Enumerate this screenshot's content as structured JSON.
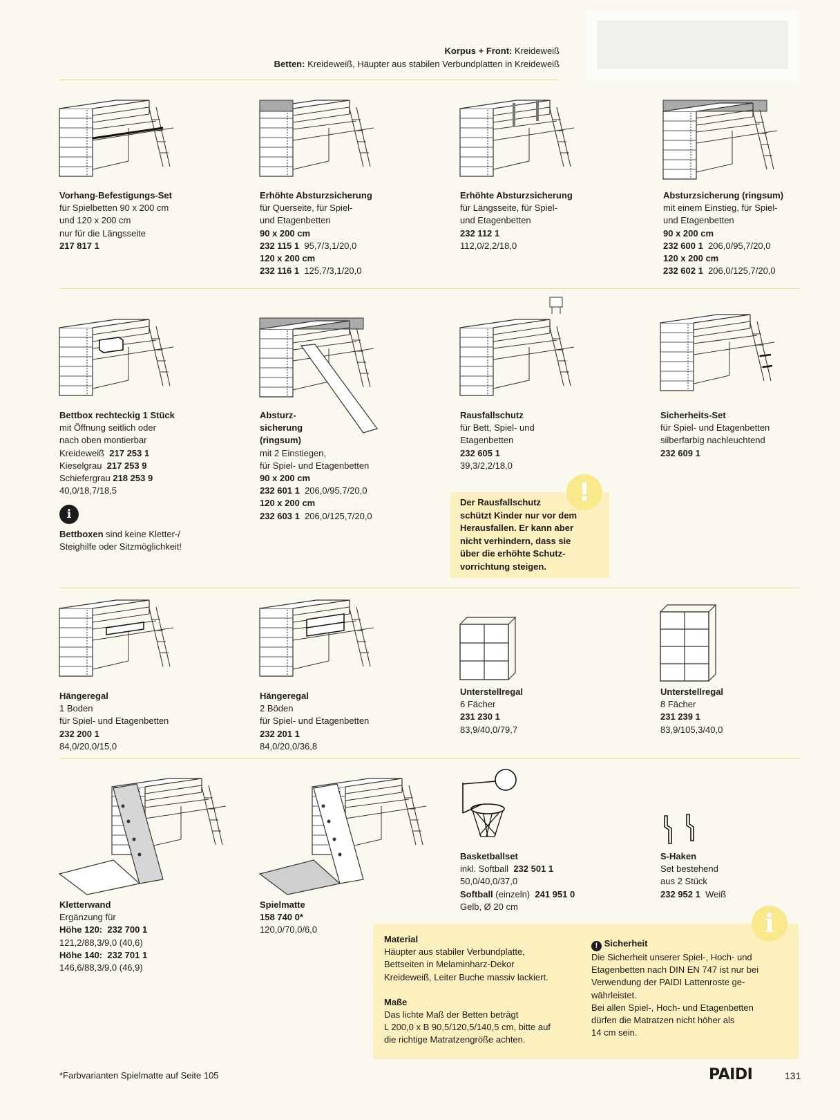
{
  "header": {
    "line1_label": "Korpus + Front:",
    "line1_value": " Kreideweiß",
    "line2_label": "Betten:",
    "line2_value": " Kreideweiß, Häupter aus stabilen Verbundplatten in Kreideweiß"
  },
  "row1": [
    {
      "title": "Vorhang-Befestigungs-Set",
      "l1": "für Spielbetten 90 x 200 cm",
      "l2": "und 120 x 200 cm",
      "l3": "nur für die Längsseite",
      "code": "217 817 1"
    },
    {
      "title": "Erhöhte Absturzsicherung",
      "l1": "für Querseite, für Spiel-",
      "l2": "und Etagenbetten",
      "size1": "90 x 200 cm",
      "code1": "232 115 1",
      "dim1": "95,7/3,1/20,0",
      "size2": "120 x 200 cm",
      "code2": "232 116 1",
      "dim2": "125,7/3,1/20,0"
    },
    {
      "title": "Erhöhte Absturzsicherung",
      "l1": "für Längsseite, für Spiel-",
      "l2": "und Etagenbetten",
      "code": "232 112 1",
      "dim": "112,0/2,2/18,0"
    },
    {
      "title": "Absturzsicherung (ringsum)",
      "l1": "mit einem Einstieg, für Spiel-",
      "l2": "und Etagenbetten",
      "size1": "90 x 200 cm",
      "code1": "232 600 1",
      "dim1": "206,0/95,7/20,0",
      "size2": "120 x 200 cm",
      "code2": "232 602 1",
      "dim2": "206,0/125,7/20,0"
    }
  ],
  "row2": [
    {
      "title": "Bettbox rechteckig 1 Stück",
      "l1": "mit Öffnung seitlich oder",
      "l2": "nach oben montierbar",
      "c1_label": "Kreideweiß",
      "c1_code": "217 253 1",
      "c2_label": "Kieselgrau",
      "c2_code": "217 253 9",
      "c3_label": "Schiefergrau",
      "c3_code": "218 253 9",
      "dim": "40,0/18,7/18,5",
      "note_bold": "Bettboxen",
      "note_rest": " sind keine Kletter-/",
      "note_l2": "Steighilfe oder Sitzmöglichkeit!"
    },
    {
      "title1": "Absturz-",
      "title2": "sicherung",
      "title3": "(ringsum)",
      "l1": "mit 2 Einstiegen,",
      "l2": "für Spiel- und Etagenbetten",
      "size1": "90 x 200 cm",
      "code1": "232 601 1",
      "dim1": "206,0/95,7/20,0",
      "size2": "120 x 200 cm",
      "code2": "232 603 1",
      "dim2": "206,0/125,7/20,0"
    },
    {
      "title": "Rausfallschutz",
      "l1": "für Bett, Spiel- und",
      "l2": "Etagenbetten",
      "code": "232 605 1",
      "dim": "39,3/2,2/18,0",
      "warn": [
        "Der Rausfallschutz",
        "schützt Kinder nur vor dem",
        "Herausfallen. Er kann aber",
        "nicht verhindern, dass sie",
        "über die erhöhte Schutz-",
        "vorrichtung steigen."
      ]
    },
    {
      "title": "Sicherheits-Set",
      "l1": "für Spiel- und Etagenbetten",
      "l2": "silberfarbig nachleuchtend",
      "code": "232 609 1"
    }
  ],
  "row3": [
    {
      "title": "Hängeregal",
      "l1": "1 Boden",
      "l2": "für Spiel- und Etagenbetten",
      "code": "232 200 1",
      "dim": "84,0/20,0/15,0"
    },
    {
      "title": "Hängeregal",
      "l1": "2 Böden",
      "l2": "für Spiel- und Etagenbetten",
      "code": "232 201 1",
      "dim": "84,0/20,0/36,8"
    },
    {
      "title": "Unterstellregal",
      "l1": "6 Fächer",
      "code": "231 230 1",
      "dim": "83,9/40,0/79,7"
    },
    {
      "title": "Unterstellregal",
      "l1": "8 Fächer",
      "code": "231 239 1",
      "dim": "83,9/105,3/40,0"
    }
  ],
  "row4": [
    {
      "title": "Kletterwand",
      "l1": "Ergänzung für",
      "h1_label": "Höhe 120:",
      "h1_code": "232 700 1",
      "h1_dim": "121,2/88,3/9,0 (40,6)",
      "h2_label": "Höhe 140:",
      "h2_code": "232 701 1",
      "h2_dim": "146,6/88,3/9,0 (46,9)"
    },
    {
      "title": "Spielmatte",
      "code": "158 740 0*",
      "dim": "120,0/70,0/6,0"
    },
    {
      "title": "Basketballset",
      "l1_label": "inkl. Softball",
      "l1_code": "232 501 1",
      "dim1": "50,0/40,0/37,0",
      "soft_label": "Softball",
      "soft_note": " (einzeln)",
      "soft_code": "241 951 0",
      "dim2": "Gelb, Ø 20 cm"
    },
    {
      "title": "S-Haken",
      "l1": "Set bestehend",
      "l2": "aus 2 Stück",
      "code": "232 952 1",
      "color": "Weiß"
    }
  ],
  "bottom": {
    "material_title": "Material",
    "material": [
      "Häupter aus stabiler Verbundplatte,",
      "Bettseiten in Melaminharz-Dekor",
      "Kreideweiß, Leiter Buche massiv lackiert."
    ],
    "masse_title": "Maße",
    "masse": [
      "Das lichte Maß der Betten beträgt",
      "L 200,0 x B 90,5/120,5/140,5 cm, bitte auf",
      "die richtige Matratzengröße achten."
    ],
    "safety_title": "Sicherheit",
    "safety": [
      "Die Sicherheit unserer Spiel-, Hoch- und",
      "Etagenbetten nach DIN EN 747 ist nur bei",
      "Verwendung der PAIDI Lattenroste ge-",
      "währleistet.",
      "Bei allen Spiel-, Hoch- und Etagenbetten",
      "dürfen die Matratzen nicht höher als",
      "14 cm sein."
    ]
  },
  "footer": {
    "note": "*Farbvarianten Spielmatte auf Seite 105",
    "brand": "PAIDI",
    "page": "131"
  },
  "icons": {
    "info": "info-icon",
    "warning": "exclamation-icon"
  },
  "colors": {
    "accent_yellow": "#fae88c",
    "callout_bg": "#fcf0bf",
    "rule": "#ecdf8c"
  }
}
